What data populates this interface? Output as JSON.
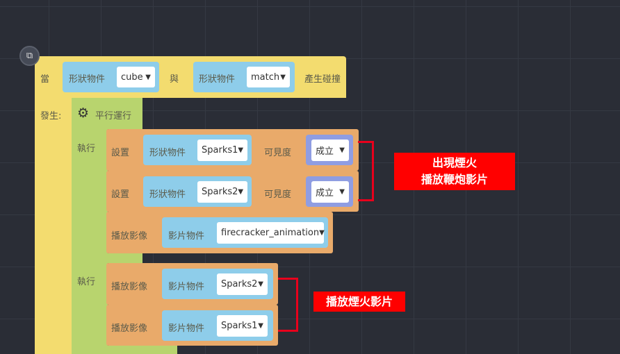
{
  "hat": {
    "when": "當",
    "obj1_label": "形狀物件",
    "obj1_value": "cube",
    "and": "與",
    "obj2_label": "形狀物件",
    "obj2_value": "match",
    "collide": "產生碰撞",
    "happen": "發生:"
  },
  "parallel": {
    "label": "平行運行",
    "exec1": "執行",
    "exec2": "執行"
  },
  "blocks": [
    {
      "verb": "設置",
      "obj_label": "形狀物件",
      "obj_value": "Sparks1",
      "prop": "可見度",
      "prop_value": "成立"
    },
    {
      "verb": "設置",
      "obj_label": "形狀物件",
      "obj_value": "Sparks2",
      "prop": "可見度",
      "prop_value": "成立"
    },
    {
      "verb": "播放影像",
      "obj_label": "影片物件",
      "obj_value": "firecracker_animation"
    },
    {
      "verb": "播放影像",
      "obj_label": "影片物件",
      "obj_value": "Sparks2"
    },
    {
      "verb": "播放影像",
      "obj_label": "影片物件",
      "obj_value": "Sparks1"
    }
  ],
  "notes": {
    "note1_line1": "出現煙火",
    "note1_line2": "播放鞭炮影片",
    "note2": "播放煙火影片"
  },
  "colors": {
    "event": "#f3dc6f",
    "control": "#b8d46e",
    "action": "#e9aa6a",
    "object": "#8ecdea",
    "logic": "#8f9de2",
    "annotation": "#ff0000"
  }
}
